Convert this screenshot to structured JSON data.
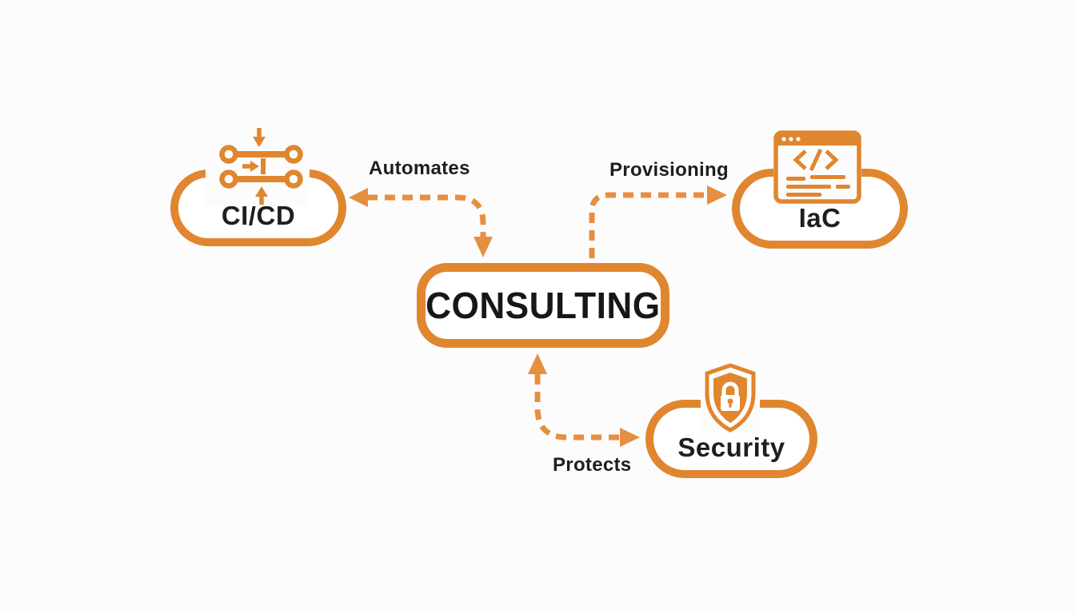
{
  "colors": {
    "accent": "#E0862F",
    "dash": "#E68F41",
    "ink": "#1E1E1E",
    "bg": "#FCFCFC"
  },
  "center": {
    "label": "CONSULTING"
  },
  "nodes": [
    {
      "id": "cicd",
      "label": "CI/CD",
      "icon": "pipeline-icon"
    },
    {
      "id": "iac",
      "label": "IaC",
      "icon": "code-window-icon"
    },
    {
      "id": "security",
      "label": "Security",
      "icon": "shield-lock-icon"
    }
  ],
  "edges": [
    {
      "from": "consulting",
      "to": "cicd",
      "label": "Automates",
      "direction": "bidirectional"
    },
    {
      "from": "consulting",
      "to": "iac",
      "label": "Provisioning",
      "direction": "one-way"
    },
    {
      "from": "consulting",
      "to": "security",
      "label": "Protects",
      "direction": "bidirectional"
    }
  ]
}
